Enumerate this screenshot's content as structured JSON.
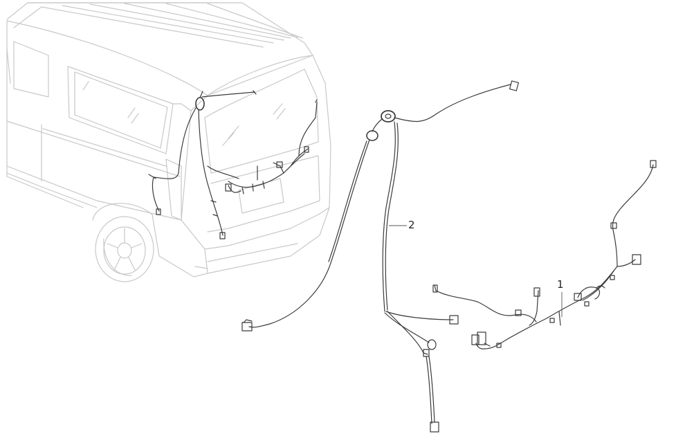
{
  "diagram": {
    "callouts": [
      {
        "id": "1",
        "label": "1"
      },
      {
        "id": "2",
        "label": "2"
      }
    ],
    "colors": {
      "vehicle_outline": "#c8c8c8",
      "harness": "#3a3a3a",
      "background": "#ffffff"
    }
  }
}
